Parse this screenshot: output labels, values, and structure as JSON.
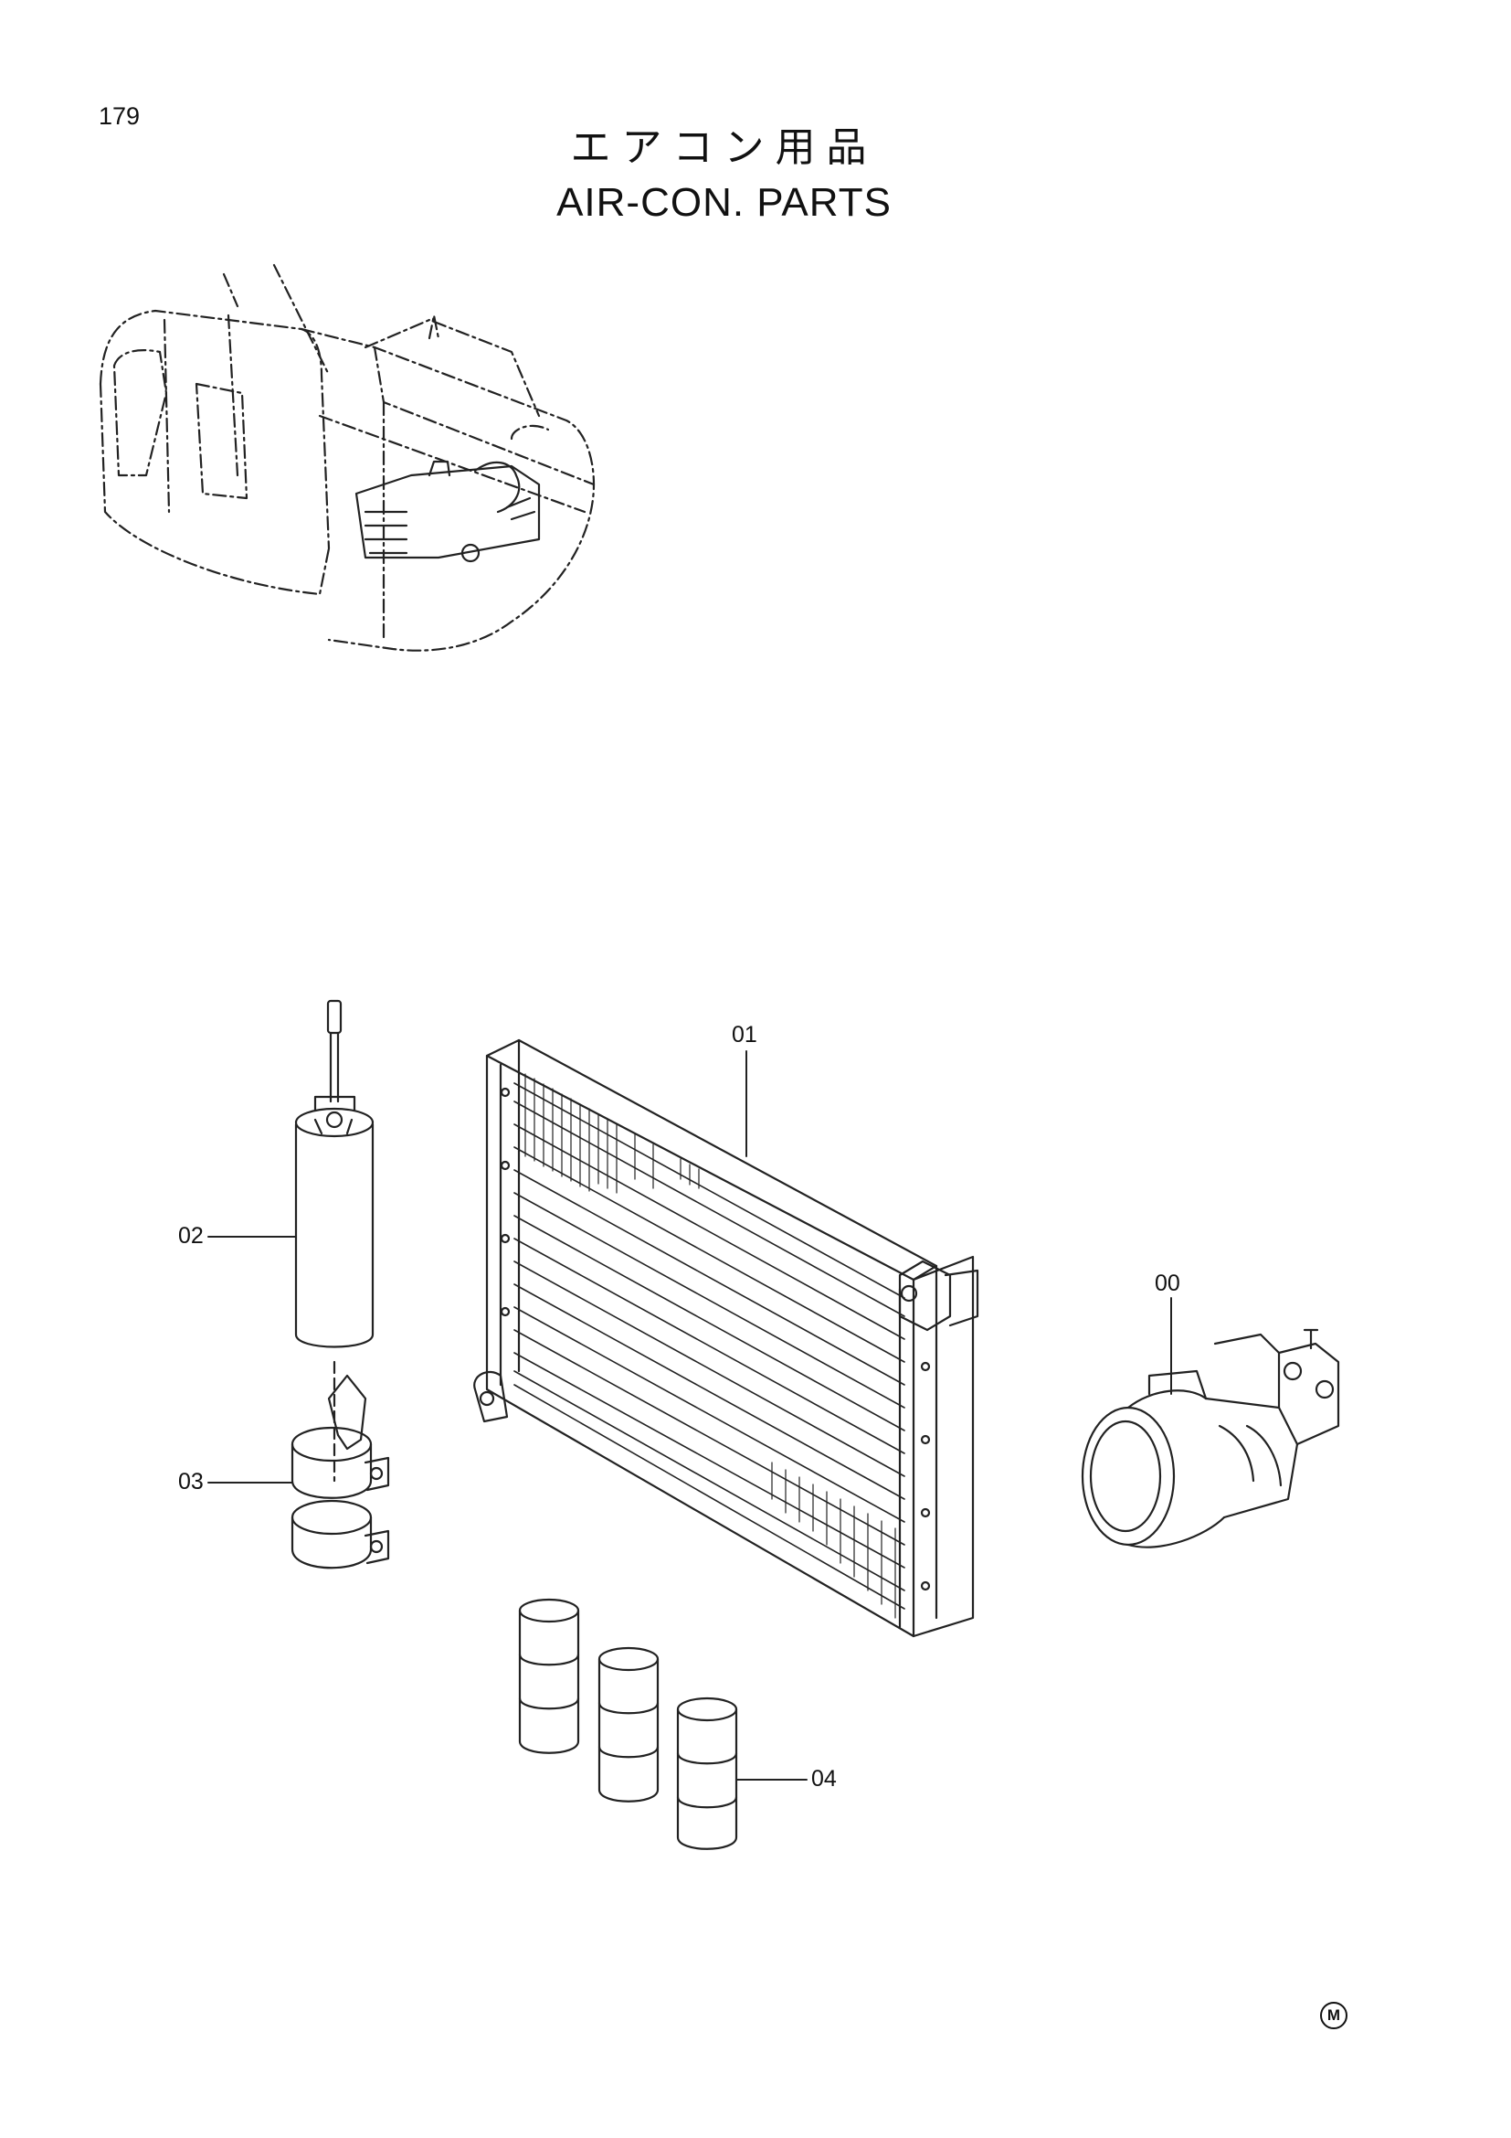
{
  "page": {
    "number": "179",
    "title_jp": "エアコン用品",
    "title_en": "AIR-CON. PARTS",
    "mark": "M"
  },
  "callouts": {
    "compressor": "00",
    "condenser": "01",
    "receiver": "02",
    "clamp": "03",
    "cartridge": "04"
  }
}
